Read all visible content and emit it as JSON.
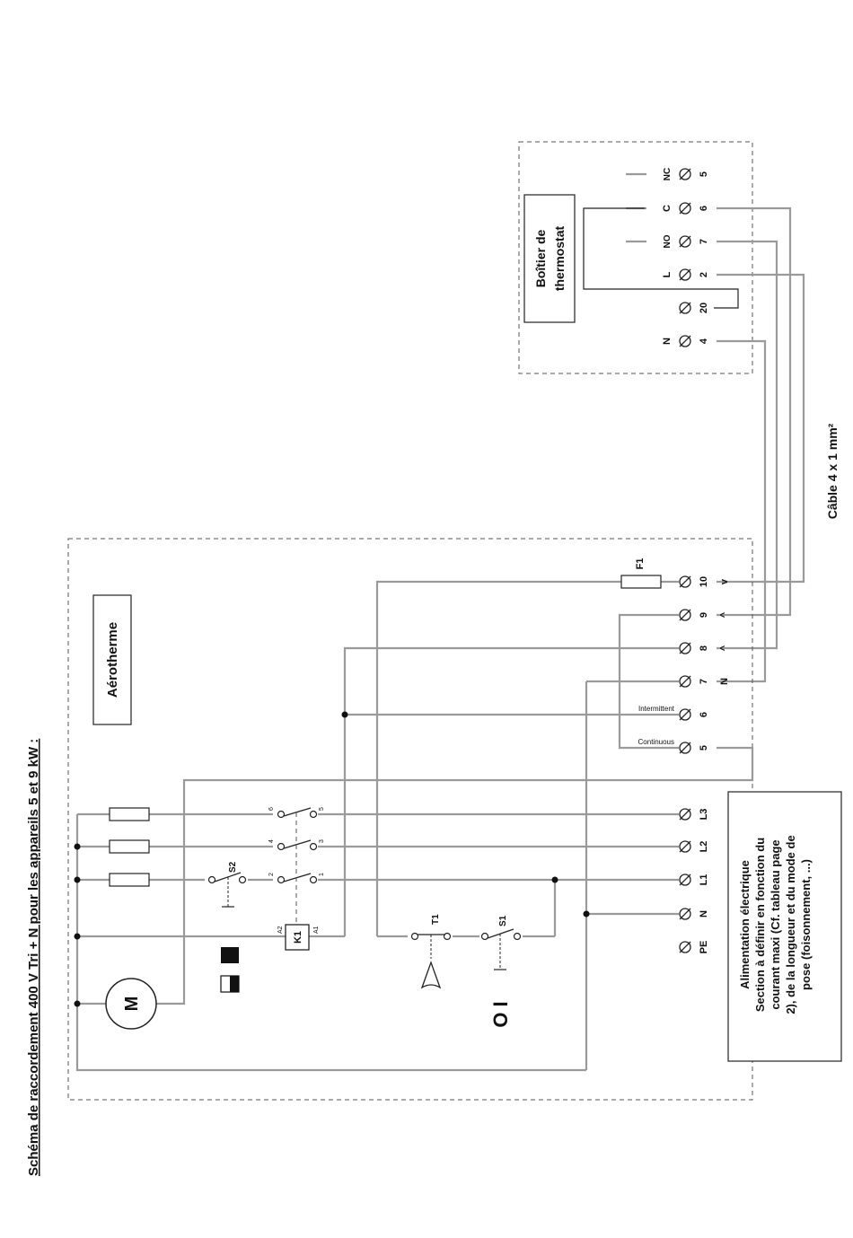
{
  "title": "Schéma de raccordement 400 V  Tri + N pour les appareils 5 et 9 kW  :",
  "aerotherme_label": "Aérotherme",
  "thermostat": {
    "label_line1": "Boîtier de",
    "label_line2": "thermostat"
  },
  "thermostat_terminals": [
    {
      "num": "4",
      "name": "N"
    },
    {
      "num": "20",
      "name": ""
    },
    {
      "num": "2",
      "name": "L"
    },
    {
      "num": "7",
      "name": "NO"
    },
    {
      "num": "6",
      "name": "C"
    },
    {
      "num": "5",
      "name": "NC"
    }
  ],
  "cable_label": "Câble 4 x 1 mm²",
  "unit_terminals": [
    {
      "num": "PE",
      "mark": ""
    },
    {
      "num": "N",
      "mark": ""
    },
    {
      "num": "L1",
      "mark": ""
    },
    {
      "num": "L2",
      "mark": ""
    },
    {
      "num": "L3",
      "mark": ""
    },
    {
      "num": "5",
      "mark": ""
    },
    {
      "num": "6",
      "mark": ""
    },
    {
      "num": "7",
      "mark": "N"
    },
    {
      "num": "8",
      "mark": "^"
    },
    {
      "num": "9",
      "mark": "^"
    },
    {
      "num": "10",
      "mark": "v"
    }
  ],
  "mode_labels": {
    "continuous": "Continuous",
    "intermittent": "Intermittent"
  },
  "components": {
    "motor": "M",
    "contactor": "K1",
    "contactor_a1": "A1",
    "contactor_a2": "A2",
    "fuse": "F1",
    "switch_s1": "S1",
    "switch_s2": "S2",
    "thermal": "T1",
    "on_off": "O I",
    "contacts": [
      "1",
      "2",
      "3",
      "4",
      "5",
      "6"
    ]
  },
  "power_note": [
    "Alimentation électrique",
    "Section à définir en fonction du",
    "courant maxi (Cf. tableau page",
    "2), de la longueur et du mode de",
    "pose (foisonnement, ...)"
  ]
}
